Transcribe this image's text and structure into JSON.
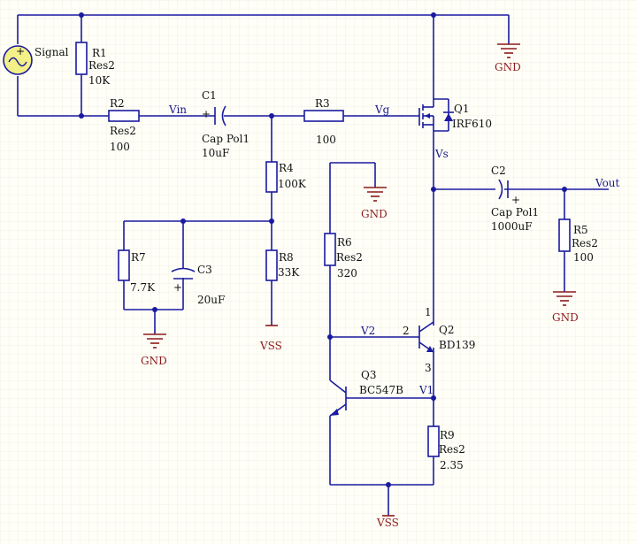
{
  "components": {
    "signal": {
      "label": "Signal"
    },
    "r1": {
      "ref": "R1",
      "type": "Res2",
      "value": "10K"
    },
    "r2": {
      "ref": "R2",
      "type": "Res2",
      "value": "100"
    },
    "c1": {
      "ref": "C1",
      "type": "Cap Pol1",
      "value": "10uF"
    },
    "r3": {
      "ref": "R3",
      "value": "100"
    },
    "q1": {
      "ref": "Q1",
      "part": "IRF610"
    },
    "c2": {
      "ref": "C2",
      "type": "Cap Pol1",
      "value": "1000uF"
    },
    "r4": {
      "ref": "R4",
      "value": "100K"
    },
    "r5": {
      "ref": "R5",
      "type": "Res2",
      "value": "100"
    },
    "r6": {
      "ref": "R6",
      "type": "Res2",
      "value": "320"
    },
    "r7": {
      "ref": "R7",
      "value": "7.7K"
    },
    "c3": {
      "ref": "C3",
      "value": "20uF"
    },
    "r8": {
      "ref": "R8",
      "value": "33K"
    },
    "q2": {
      "ref": "Q2",
      "part": "BD139",
      "pin1": "1",
      "pin2": "2",
      "pin3": "3"
    },
    "q3": {
      "ref": "Q3",
      "part": "BC547B"
    },
    "r9": {
      "ref": "R9",
      "type": "Res2",
      "value": "2.35"
    }
  },
  "nets": {
    "vin": "Vin",
    "vg": "Vg",
    "vs": "Vs",
    "vout": "Vout",
    "v2": "V2",
    "v1": "V1"
  },
  "power": {
    "gnd": "GND",
    "vss": "VSS"
  },
  "colors": {
    "wire": "#1a1aa0",
    "power_symbol": "#8b1a1a",
    "background": "#fffff8"
  }
}
